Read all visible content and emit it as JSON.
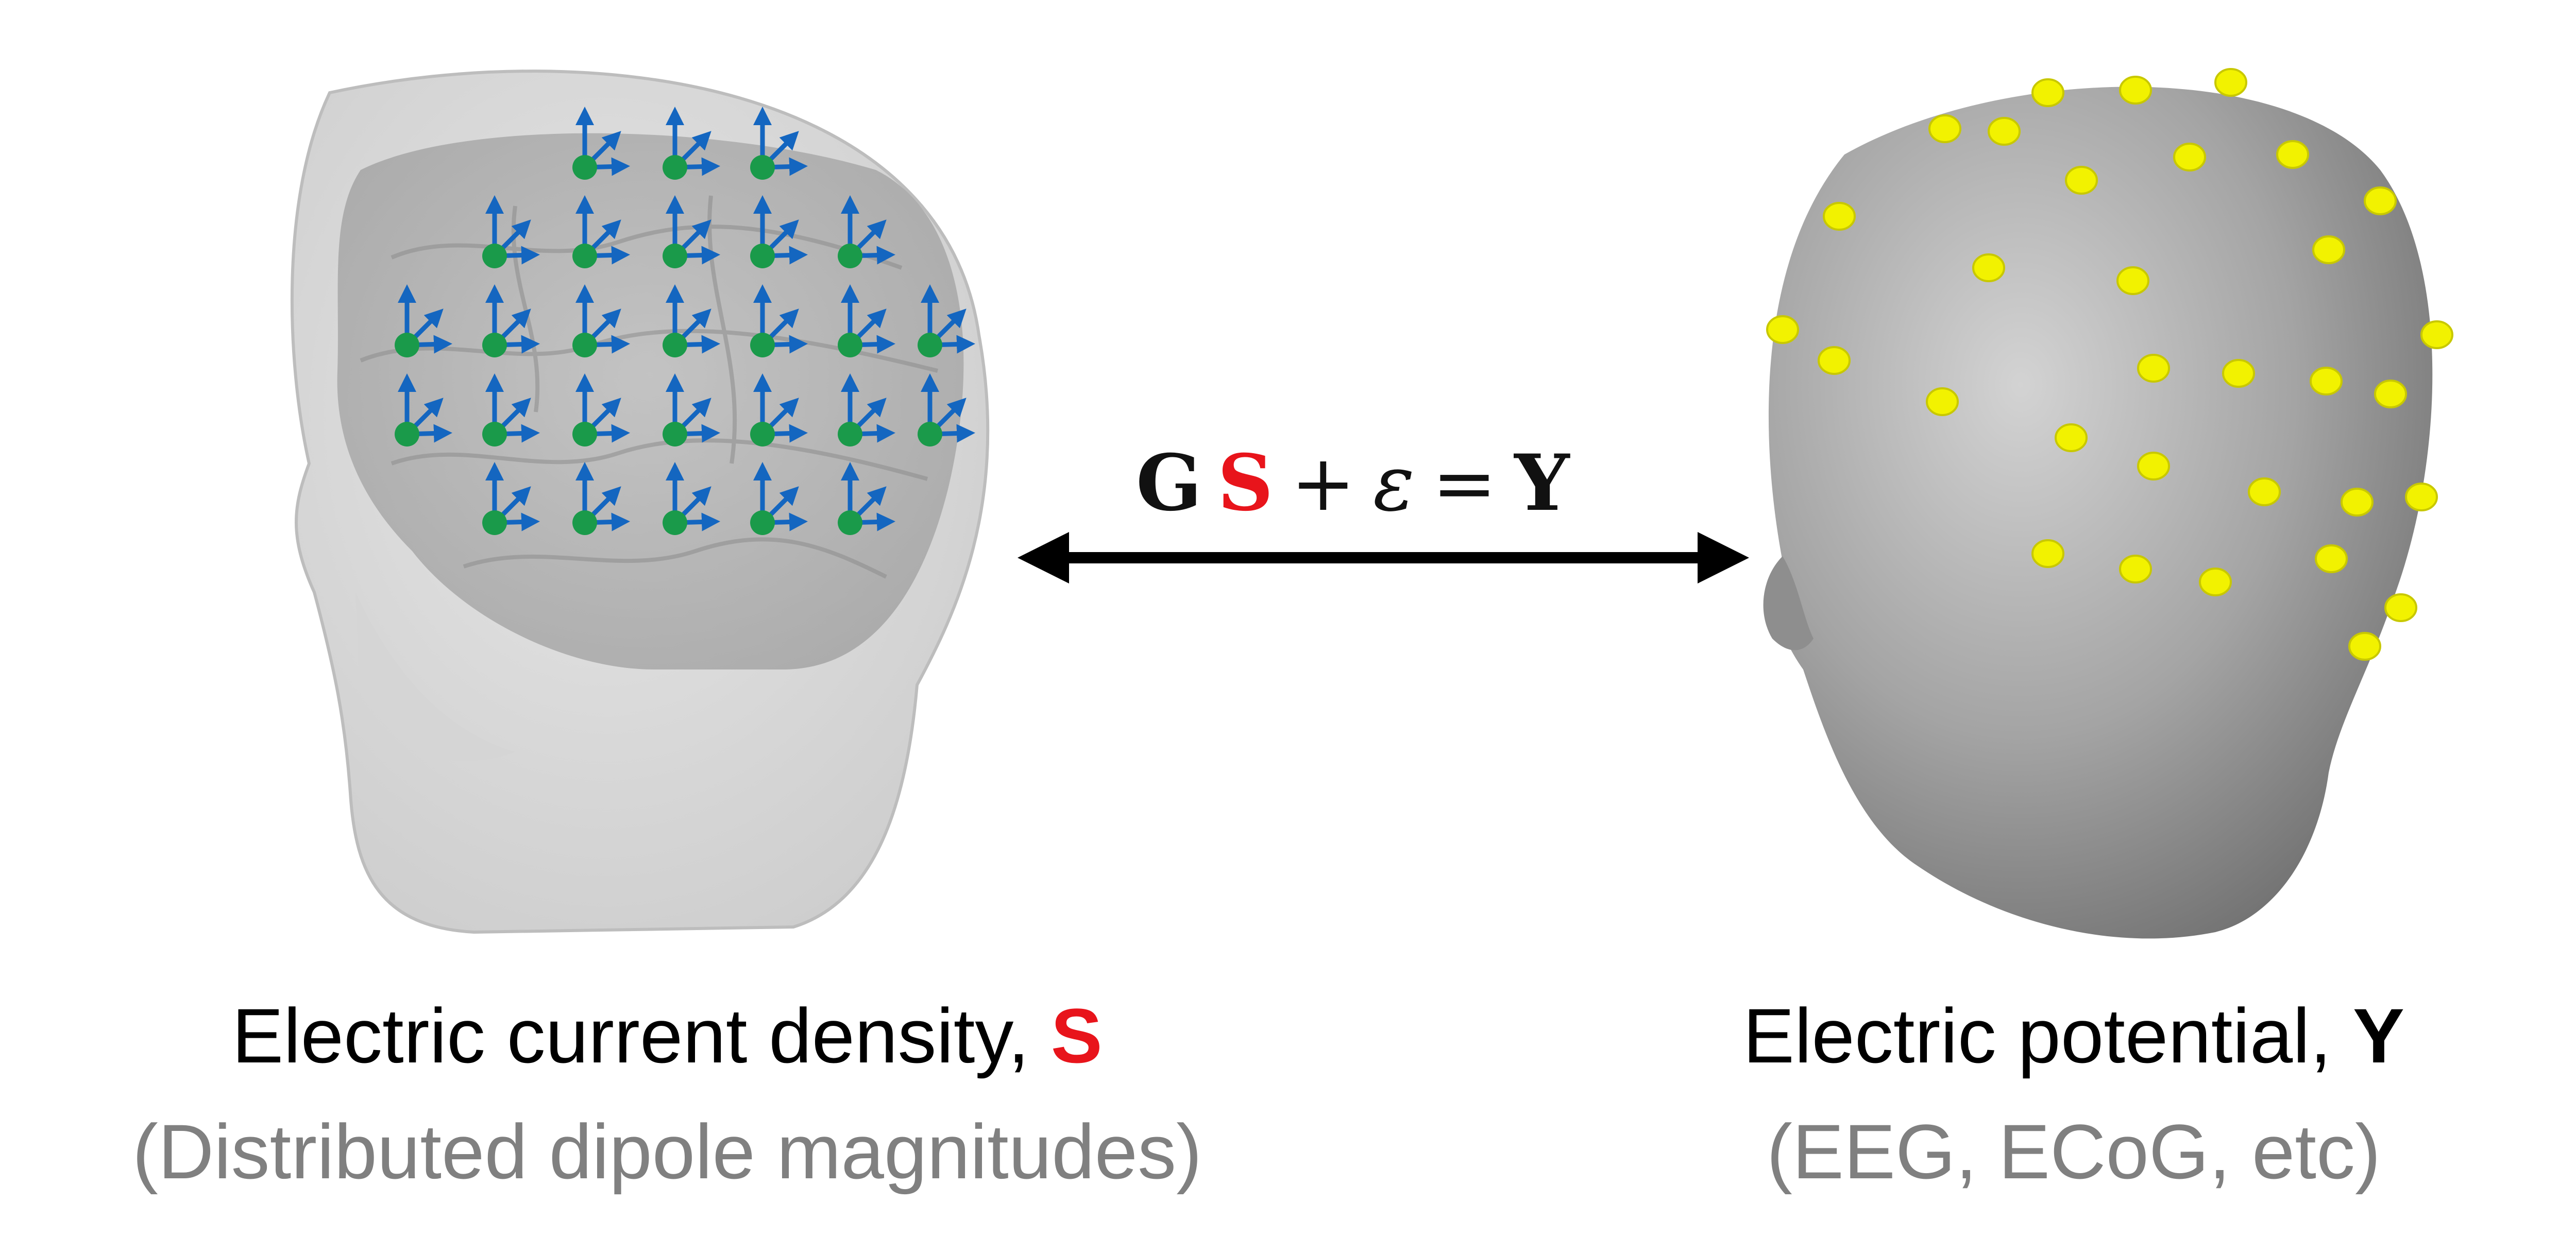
{
  "equation": {
    "G": "G",
    "S": "S",
    "plus": "+",
    "epsilon": "ε",
    "equals": "=",
    "Y": "Y"
  },
  "left_caption": {
    "line1": "Electric current density,",
    "symbol": "S",
    "line2": "(Distributed dipole magnitudes)"
  },
  "right_caption": {
    "line1": "Electric potential,",
    "symbol": "Y",
    "line2": "(EEG, ECoG, etc)"
  },
  "colors": {
    "accent_red": "#e8141b",
    "dipole_green": "#1a9a4a",
    "dipole_arrow_blue": "#1466c0",
    "electrode_yellow": "#f2f200",
    "caption_gray": "#808080",
    "head_gray": "#9a9a9a"
  },
  "icons": {
    "arrow": "double-headed-arrow-icon",
    "left_head": "transparent-head-with-brain-icon",
    "right_head": "scalp-with-electrodes-icon"
  }
}
